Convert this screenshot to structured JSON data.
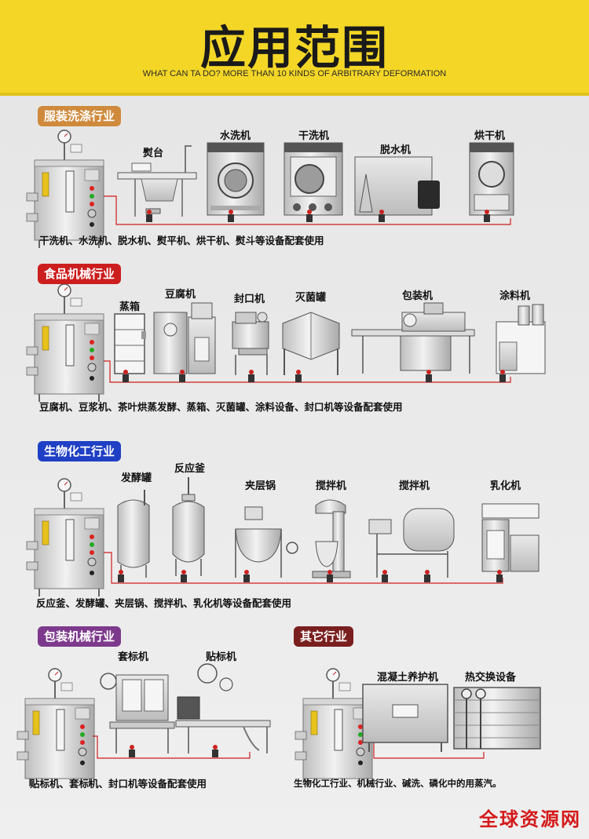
{
  "header": {
    "title": "应用范围",
    "subtitle": "WHAT CAN TA DO? MORE THAN 10 KINDS OF ARBITRARY DEFORMATION"
  },
  "sections": {
    "clothing": {
      "badge": "服装洗涤行业",
      "color": "#cf8a3c",
      "labels": [
        "熨台",
        "水洗机",
        "干洗机",
        "脱水机",
        "烘干机"
      ],
      "caption": "干洗机、水洗机、脱水机、熨平机、烘干机、熨斗等设备配套使用"
    },
    "food": {
      "badge": "食品机械行业",
      "color": "#cc1e1e",
      "labels": [
        "蒸箱",
        "豆腐机",
        "封口机",
        "灭菌罐",
        "包装机",
        "涂料机"
      ],
      "caption": "豆腐机、豆浆机、茶叶烘蒸发酵、蒸箱、灭菌罐、涂料设备、封口机等设备配套使用"
    },
    "biochem": {
      "badge": "生物化工行业",
      "color": "#1f3fc4",
      "labels": [
        "发酵罐",
        "反应釜",
        "夹层锅",
        "搅拌机",
        "搅拌机",
        "乳化机"
      ],
      "caption": "反应釜、发酵罐、夹层锅、搅拌机、乳化机等设备配套使用"
    },
    "packaging": {
      "badge": "包装机械行业",
      "color": "#7d3a8c",
      "labels": [
        "套标机",
        "贴标机"
      ],
      "caption": "贴标机、套标机、封口机等设备配套使用"
    },
    "other": {
      "badge": "其它行业",
      "color": "#7a1f1f",
      "labels": [
        "混凝土养护机",
        "热交换设备"
      ],
      "caption": "生物化工行业、机械行业、碱洗、磷化中的用蒸汽。"
    }
  },
  "watermark": "全球资源网",
  "colors": {
    "header_bg": "#f4d626",
    "pipe_red": "#cc1e1e"
  }
}
